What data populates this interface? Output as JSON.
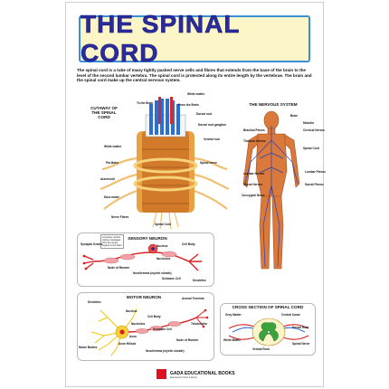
{
  "title": "THE SPINAL CORD",
  "intro": "The spinal cord is a tube of many tightly packed nerve cells and fibres that extends from the base of the brain to the level of the second lumbar vertebra. The spinal cord is protected along its entire length by the vertebrae. The brain and the spinal cord make up the central nervous system.",
  "cutaway": {
    "heading": "CUTAWAY OF THE SPINAL CORD",
    "labels": {
      "to_brain": "To the Brain",
      "from_brain": "From the Brain",
      "white_matter_top": "White matter",
      "dorsal_root": "Dorsal root",
      "dorsal_root_ganglion": "Dorsal root ganglion",
      "ventral_root": "Ventral root",
      "white_matter": "White matter",
      "pia_mater": "Pia Mater",
      "arachnoid": "Arachnoid",
      "spinal_nerve": "Spinal nerve",
      "dura_mater": "Dura mater",
      "nerve_fibres": "Nerve Fibres",
      "spinal_cord": "Spinal Cord"
    }
  },
  "nervous_system": {
    "heading": "THE NERVOUS SYSTEM",
    "labels": {
      "brain": "Brain",
      "medulla": "Medulla",
      "brachial_plexus": "Brachial Plexus",
      "cervical_nerves": "Cervical Nerves",
      "thoracic_nerves": "Thoracic Nerves",
      "spinal_cord": "Spinal Cord",
      "lumbar_nerves": "Lumbar Nerves",
      "lumbar_plexus": "Lumbar Plexus",
      "sacral_nerves": "Sacral Nerves",
      "sacral_plexus": "Sacral Plexus",
      "coccygeal_nerve": "Coccygeal Nerve"
    }
  },
  "sensory_neuron": {
    "heading": "SENSORY NEURON",
    "note": "A sensory neuron carries messages from the sense organs to the brain",
    "labels": {
      "synaptic_knobs": "Synaptic Knobs",
      "nucleus": "Nucleus",
      "cell_body": "Cell Body",
      "nucleolus": "Nucleolus",
      "node_of_ranvier": "Node of Ranvier",
      "neurilemma": "Neurilemma (myelin sheath)",
      "schwann_cell": "Schwann Cell",
      "dendrites": "Dendrites"
    }
  },
  "motor_neuron": {
    "heading": "MOTOR NEURON",
    "labels": {
      "dendrites": "Dendrites",
      "axonal_terminal": "Axonal Terminal",
      "nucleus": "Nucleus",
      "cell_body": "Cell Body",
      "nucleolus": "Nucleolus",
      "schwann_cell": "Schwann Cell",
      "telodendria": "Telodendria",
      "axon": "Axon",
      "axon_hillock": "Axon Hillock",
      "node_of_ranvier": "Node of Ranvier",
      "motor_bodies": "Motor Bodies",
      "neurilemma": "Neurilemma (myelin sheath)"
    }
  },
  "cross_section": {
    "heading": "CROSS SECTION OF SPINAL CORD",
    "labels": {
      "grey_matter": "Grey Matter",
      "central_canal": "Central Canal",
      "white_matter": "White Matter",
      "dorsal_root": "Dorsal Root",
      "ventral_root": "Ventral Root",
      "spinal_nerve": "Spinal Nerve"
    }
  },
  "publisher": {
    "name": "GADA EDUCATIONAL BOOKS",
    "sub": "Educational Charts & Books"
  },
  "colors": {
    "title_text": "#2a2b9e",
    "title_box": "#fbf5c8",
    "title_border": "#3a8fd9",
    "nerve": "#e3841e",
    "neuron_red": "#d62020",
    "myelin": "#f3a3a8",
    "body": "#d9793c",
    "grey_matter": "#3aa33a"
  }
}
